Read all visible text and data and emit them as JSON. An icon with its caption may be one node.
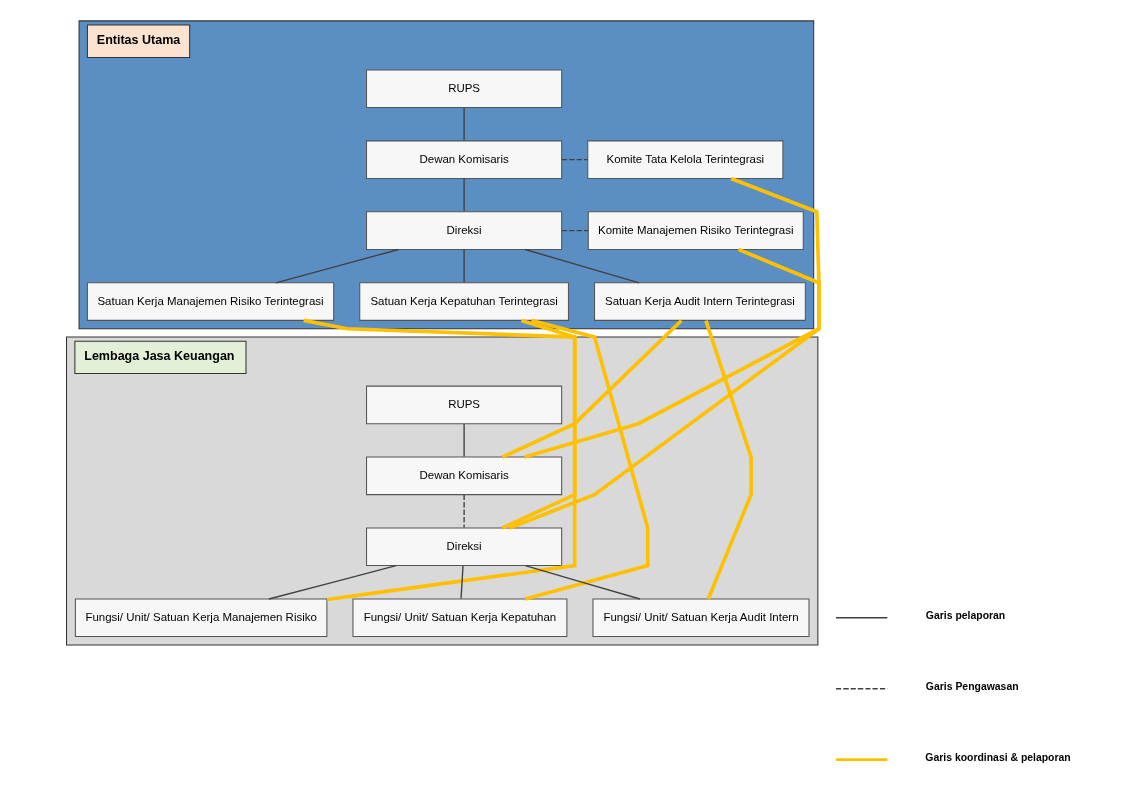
{
  "diagram": {
    "nodes": [
      {
        "text": [
          "Entitas Utama"
        ]
      },
      {
        "text": [
          "RUPS"
        ],
        "in": 0
      },
      {
        "text": [
          "Dewan Komisaris"
        ],
        "in": 0
      },
      {
        "text": [
          "Komite Tata Kelola Terintegrasi"
        ],
        "in": 0
      },
      {
        "text": [
          "Direksi"
        ],
        "in": 0
      },
      {
        "text": [
          "Komite Manajemen Risiko Terintegrasi"
        ],
        "in": 0
      },
      {
        "text": [
          "Satuan Kerja Manajemen Risiko Terintegrasi"
        ],
        "in": 0
      },
      {
        "text": [
          "Satuan Kerja Kepatuhan Terintegrasi"
        ],
        "in": 0
      },
      {
        "text": [
          "Satuan Kerja Audit Intern Terintegrasi"
        ],
        "in": 0
      },
      {
        "text": [
          "Lembaga Jasa Keuangan"
        ]
      },
      {
        "text": [
          "RUPS"
        ],
        "in": 9
      },
      {
        "text": [
          "Dewan Komisaris"
        ],
        "in": 9
      },
      {
        "text": [
          "Direksi"
        ],
        "in": 9
      },
      {
        "text": [
          "Fungsi/ Unit/ Satuan Kerja Manajemen Risiko"
        ],
        "in": 9
      },
      {
        "text": [
          "Fungsi/ Unit/ Satuan Kerja Kepatuhan"
        ],
        "in": 9
      },
      {
        "text": [
          "Fungsi/ Unit/ Satuan Kerja Audit Intern"
        ],
        "in": 9
      }
    ],
    "edges": [
      {
        "from": 1,
        "to": 2,
        "arrow": "none"
      },
      {
        "from": 2,
        "to": 4,
        "arrow": "none"
      },
      {
        "from": 2,
        "to": 3,
        "arrow": "none",
        "style": "dashed"
      },
      {
        "from": 4,
        "to": 5,
        "arrow": "none",
        "style": "dashed"
      },
      {
        "from": 4,
        "to": 6,
        "arrow": "none"
      },
      {
        "from": 4,
        "to": 7,
        "arrow": "none"
      },
      {
        "from": 4,
        "to": 8,
        "arrow": "none"
      },
      {
        "from": 10,
        "to": 11,
        "arrow": "none"
      },
      {
        "from": 11,
        "to": 12,
        "arrow": "none",
        "style": "dashed"
      },
      {
        "from": 12,
        "to": 13,
        "arrow": "none"
      },
      {
        "from": 12,
        "to": 14,
        "arrow": "none"
      },
      {
        "from": 12,
        "to": 15,
        "arrow": "none"
      },
      {
        "from": 3,
        "to": 11,
        "arrow": "none",
        "style": "thick",
        "color": "#ffc000"
      },
      {
        "from": 5,
        "to": 12,
        "arrow": "none",
        "style": "thick",
        "color": "#ffc000"
      },
      {
        "from": 6,
        "to": 13,
        "arrow": "none",
        "style": "thick",
        "color": "#ffc000"
      },
      {
        "from": 7,
        "to": 12,
        "arrow": "none",
        "style": "thick",
        "color": "#ffc000"
      },
      {
        "from": 7,
        "to": 14,
        "arrow": "none",
        "style": "thick",
        "color": "#ffc000"
      },
      {
        "from": 8,
        "to": 11,
        "arrow": "none",
        "style": "thick",
        "color": "#ffc000"
      },
      {
        "from": 8,
        "to": 15,
        "arrow": "none",
        "style": "thick",
        "color": "#ffc000"
      }
    ],
    "legend": [
      {
        "text": "Garis pelaporan"
      },
      {
        "text": "Garis Pengawasan"
      },
      {
        "text": "Garis koordinasi & pelaporan"
      }
    ]
  }
}
